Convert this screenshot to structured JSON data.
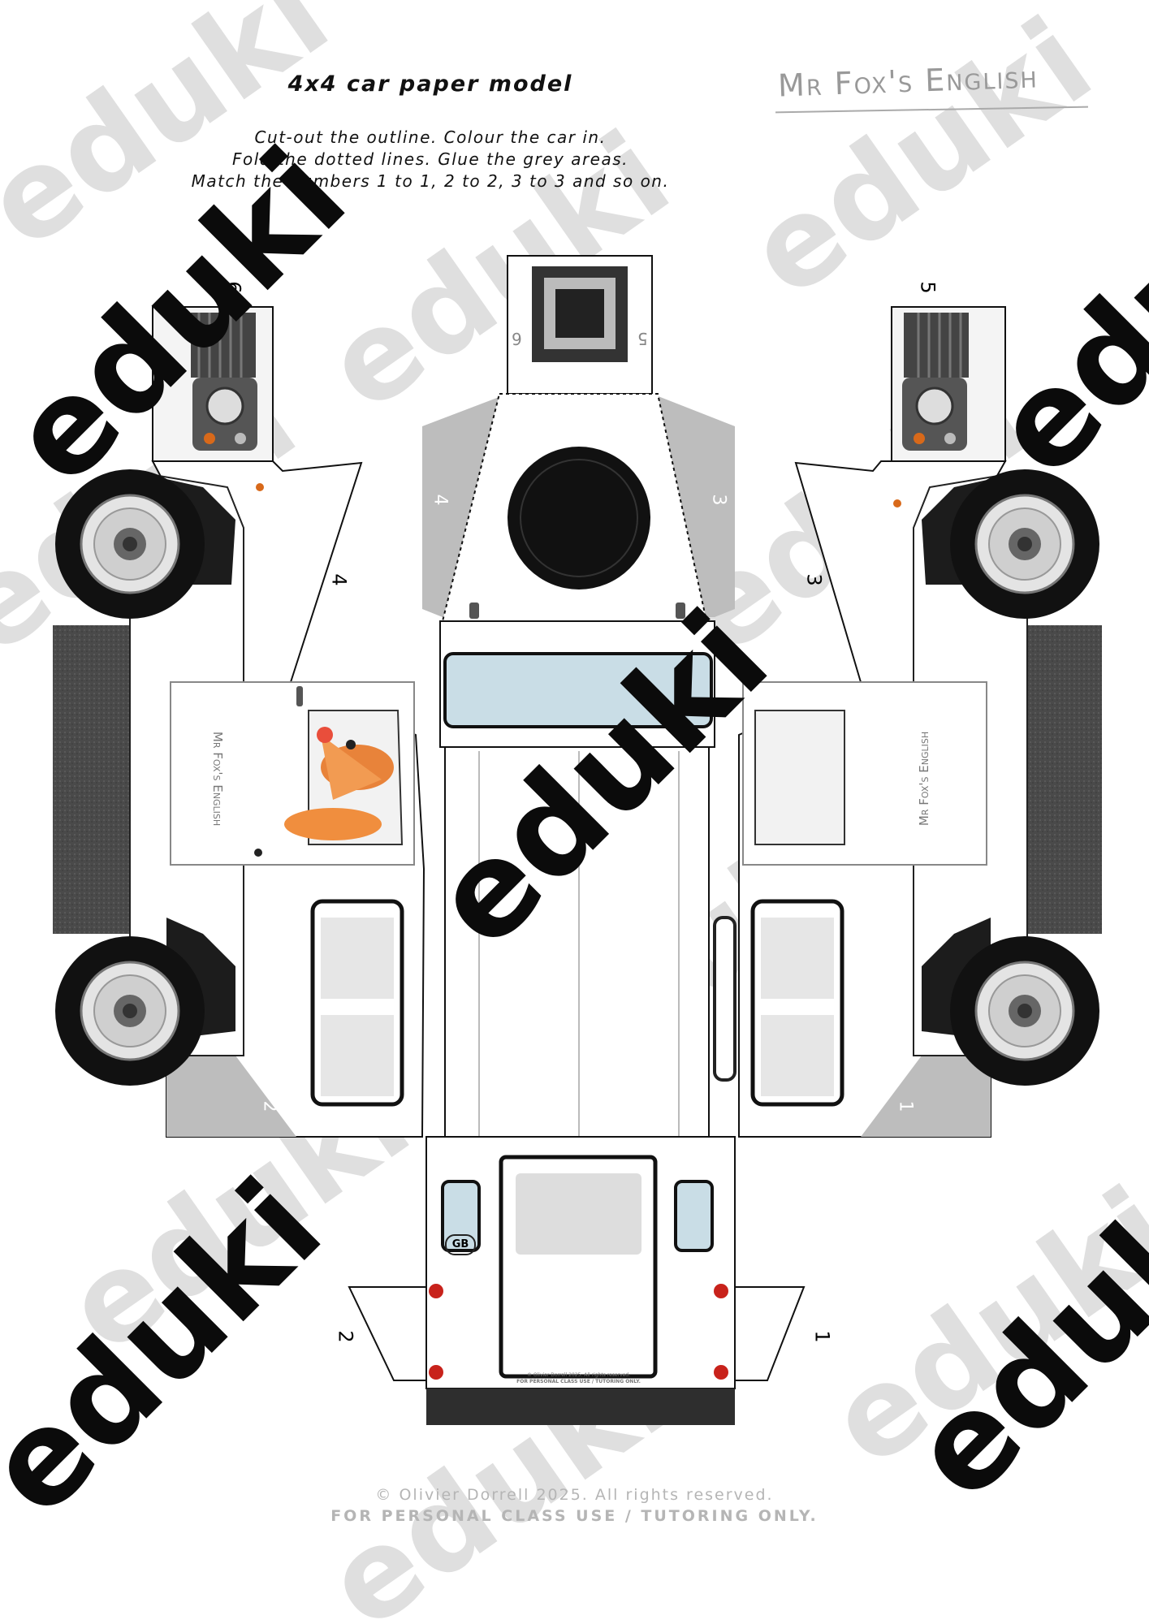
{
  "header": {
    "title": "4x4 car paper model",
    "brand": "Mr Fox's English",
    "instructions": [
      "Cut-out the outline. Colour the car in.",
      "Fold the dotted lines. Glue the grey areas.",
      "Match the numbers 1 to 1, 2 to 2, 3 to 3 and so on."
    ]
  },
  "model": {
    "tab_labels": [
      "6",
      "5",
      "4",
      "3",
      "4",
      "3",
      "2",
      "1",
      "2",
      "1",
      "6",
      "5"
    ],
    "door_brand": "Mr Fox's English",
    "rear_badge": "GB",
    "rear_copyright": "© Olivier Dorrell 2025. All rights reserved.",
    "rear_license": "FOR PERSONAL CLASS USE / TUTORING ONLY."
  },
  "watermark": {
    "text": "eduki"
  },
  "footer": {
    "copyright": "© Olivier Dorrell 2025. All rights reserved.",
    "license": "FOR PERSONAL CLASS USE / TUTORING ONLY."
  },
  "colors": {
    "glue_grey": "#b9b9b9",
    "window_blue": "#c9dde6",
    "tyre": "#111111",
    "body": "#ffffff"
  }
}
